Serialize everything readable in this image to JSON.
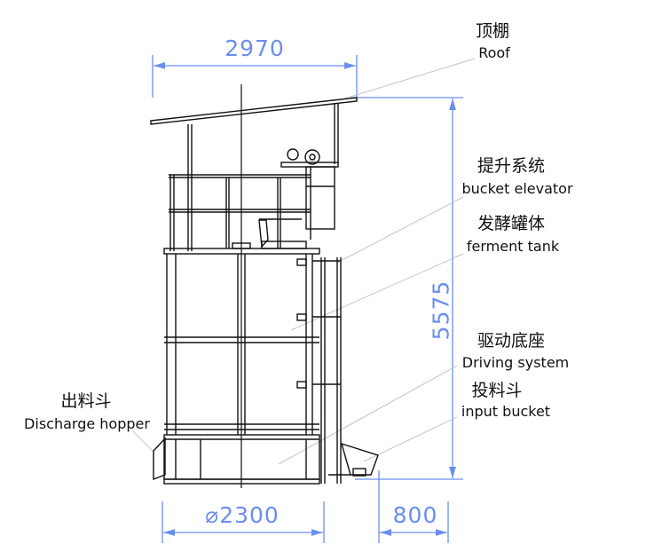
{
  "dimensions": {
    "top_width": "2970",
    "height": "5575",
    "tank_diameter": "⌀2300",
    "bucket_offset": "800"
  },
  "labels": {
    "roof": {
      "zh": "顶棚",
      "en": "Roof"
    },
    "bucket_elevator": {
      "zh": "提升系统",
      "en": "bucket elevator"
    },
    "ferment_tank": {
      "zh": "发酵罐体",
      "en": "ferment tank"
    },
    "driving_system": {
      "zh": "驱动底座",
      "en": "Driving system"
    },
    "input_bucket": {
      "zh": "投料斗",
      "en": "input bucket"
    },
    "discharge_hopper": {
      "zh": "出料斗",
      "en": "Discharge hopper"
    }
  },
  "colors": {
    "dimension": "#6a8ef0",
    "leader": "#bdbdbd",
    "drawing": "#111111"
  }
}
